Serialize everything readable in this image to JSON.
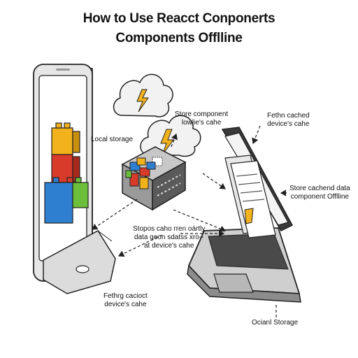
{
  "title": {
    "line1": "How to Use Reacct Conponerts",
    "line2": "Components Offlline"
  },
  "labels": {
    "local_storage": "Local storage",
    "store_component": [
      "Store component",
      "lowlie's cahe"
    ],
    "fetch_cached_top": [
      "Fethn cached",
      "device's cahe"
    ],
    "store_cached_data": [
      "Store cachend data",
      "component Offlline"
    ],
    "stores_cache": [
      "Stopos caho rren oártly",
      "data geon sdatss xro--",
      "at device's cahe"
    ],
    "fetch_cached_bottom": [
      "Fethrg cacioct",
      "device's cahe"
    ],
    "ociani_storage": "Ocianl Storage"
  },
  "colors": {
    "block_red": "#d93b2b",
    "block_yellow": "#f2b21c",
    "block_blue": "#2f7fd0",
    "block_green": "#6cbf3a",
    "lightning": "#f2b21c",
    "device_gray": "#cfcfcf",
    "outline": "#222222"
  }
}
